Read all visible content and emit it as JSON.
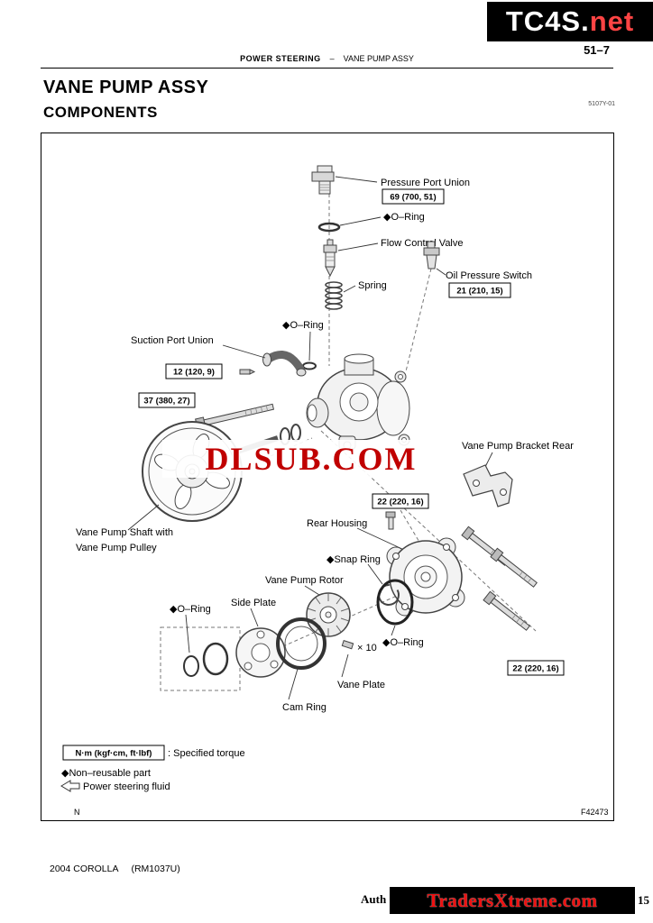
{
  "logo": {
    "main": "TC4S",
    "dot": ".",
    "suffix": "net"
  },
  "page_number": "51–7",
  "header": {
    "section": "POWER STEERING",
    "separator": "–",
    "topic": "VANE PUMP ASSY"
  },
  "title": "VANE PUMP ASSY",
  "subtitle": "COMPONENTS",
  "doc_code": "5107Y-01",
  "colors": {
    "accent_red": "#cc0000",
    "bar_black": "#000000"
  },
  "diagram": {
    "watermark": "DLSUB.COM",
    "figure_code": "F42473",
    "corner_mark": "N",
    "labels": {
      "pressure_port_union": "Pressure Port Union",
      "o_ring_top": "◆O–Ring",
      "flow_control_valve": "Flow Control Valve",
      "spring": "Spring",
      "oil_pressure_switch": "Oil Pressure Switch",
      "o_ring_mid": "◆O–Ring",
      "suction_port_union": "Suction Port Union",
      "vane_pump_bracket_rear": "Vane Pump Bracket Rear",
      "rear_housing": "Rear Housing",
      "pump_shaft_line1": "Vane Pump Shaft with",
      "pump_shaft_line2": "Vane Pump Pulley",
      "snap_ring": "◆Snap Ring",
      "vane_pump_rotor": "Vane Pump Rotor",
      "o_ring_rear": "◆O–Ring",
      "side_plate": "Side Plate",
      "o_ring_left": "◆O–Ring",
      "vane_qty": "× 10",
      "vane_plate": "Vane Plate",
      "cam_ring": "Cam Ring"
    },
    "torques": {
      "pressure_port_union": "69 (700, 51)",
      "oil_pressure_switch": "21 (210, 15)",
      "suction_port_union": "12 (120, 9)",
      "bolt_37": "37 (380, 27)",
      "bolt_22_bracket": "22 (220, 16)",
      "bolt_22_rear": "22 (220, 16)"
    }
  },
  "legend": {
    "torque_box": "N·m (kgf·cm, ft·lbf)",
    "torque_text": ": Specified torque",
    "non_reusable": "◆Non–reusable part",
    "fluid": "Power steering fluid"
  },
  "footer": {
    "model": "2004 COROLLA",
    "manual_code": "(RM1037U)",
    "partial_left": "Auth",
    "watermark": "TradersXtreme.com",
    "partial_right": "15"
  }
}
